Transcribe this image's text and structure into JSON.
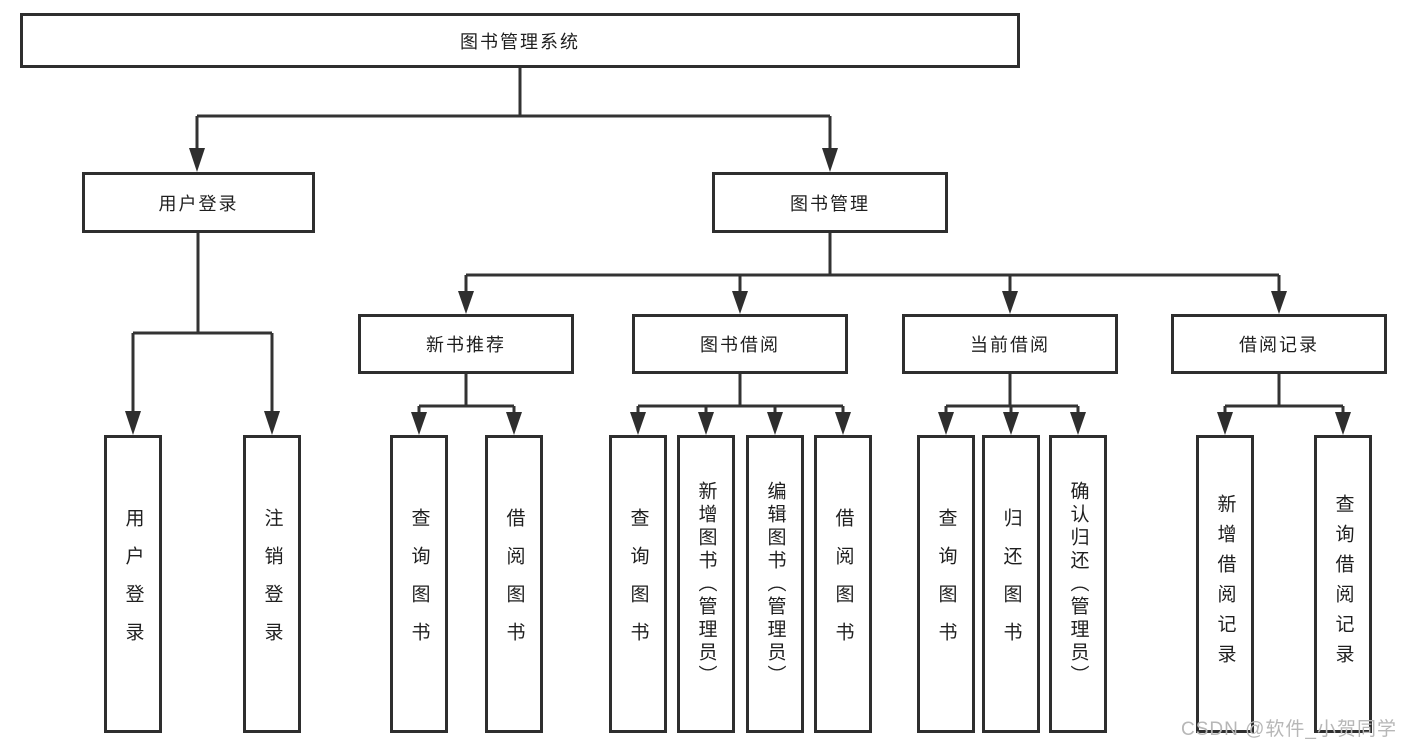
{
  "diagram": {
    "root": {
      "label": "图书管理系统"
    },
    "branches": [
      {
        "label": "用户登录",
        "children": [
          {
            "label": "用户登录"
          },
          {
            "label": "注销登录"
          }
        ]
      },
      {
        "label": "图书管理",
        "children": [
          {
            "label": "新书推荐",
            "children": [
              {
                "label": "查询图书"
              },
              {
                "label": "借阅图书"
              }
            ]
          },
          {
            "label": "图书借阅",
            "children": [
              {
                "label": "查询图书"
              },
              {
                "label": "新增图书（管理员）"
              },
              {
                "label": "编辑图书（管理员）"
              },
              {
                "label": "借阅图书"
              }
            ]
          },
          {
            "label": "当前借阅",
            "children": [
              {
                "label": "查询图书"
              },
              {
                "label": "归还图书"
              },
              {
                "label": "确认归还（管理员）"
              }
            ]
          },
          {
            "label": "借阅记录",
            "children": [
              {
                "label": "新增借阅记录"
              },
              {
                "label": "查询借阅记录"
              }
            ]
          }
        ]
      }
    ],
    "watermark": "CSDN @软件_小贺同学",
    "colors": {
      "line": "#333333",
      "box_border": "#2e2e2e",
      "text": "#1f1f1f",
      "watermark": "#b7b7b7",
      "background": "#ffffff"
    }
  }
}
